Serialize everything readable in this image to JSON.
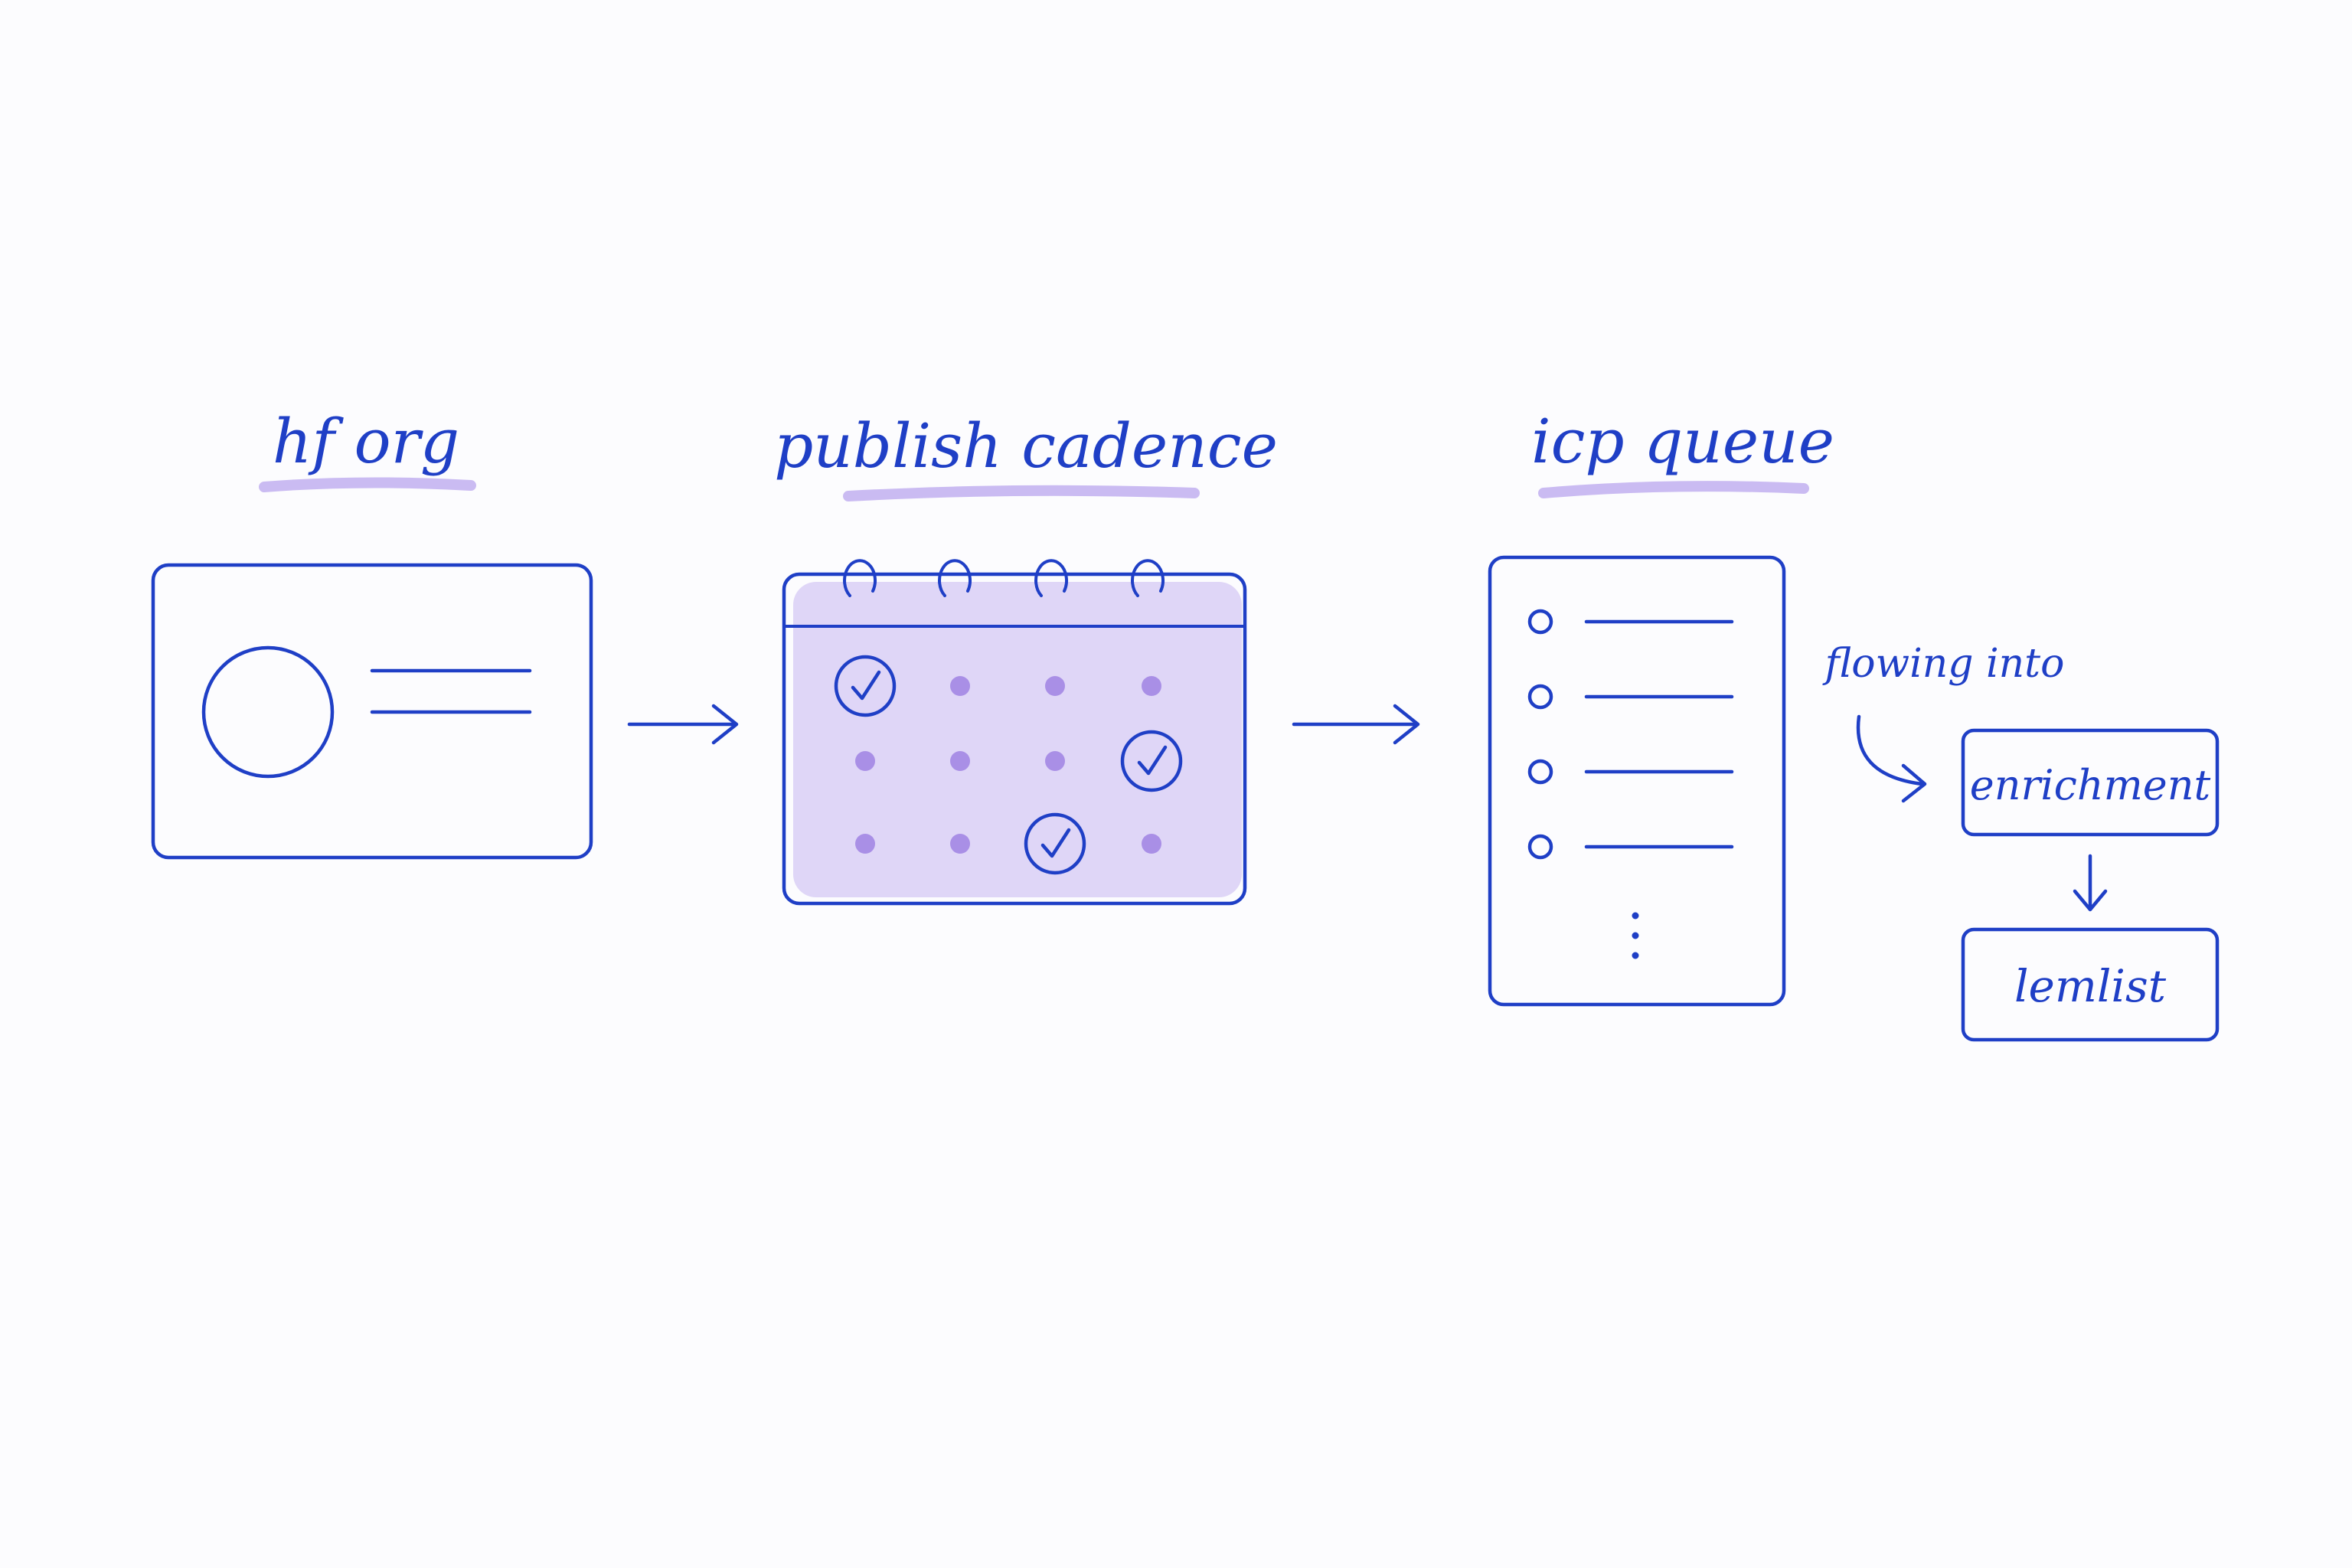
{
  "colors": {
    "ink": "#1f3fc6",
    "highlight": "#b9a5ee",
    "wash": "#d9cff6",
    "dot": "#a98fe6",
    "background": "#fcfcfe"
  },
  "labels": {
    "hf_org": "hf org",
    "publish_cadence": "publish cadence",
    "icp_queue": "icp queue",
    "flowing_into": "flowing into",
    "enrichment": "enrichment",
    "lemlist": "lemlist"
  },
  "icons": {
    "profile_card": "profile-card-icon",
    "calendar": "calendar-icon",
    "queue_list": "list-icon",
    "check": "check-icon",
    "arrow": "arrow-right-icon"
  },
  "calendar": {
    "rows": 3,
    "columns": 4,
    "checked_days": [
      [
        0,
        0
      ],
      [
        1,
        3
      ],
      [
        2,
        2
      ]
    ]
  },
  "queue": {
    "visible_items": 4,
    "has_more": true
  }
}
